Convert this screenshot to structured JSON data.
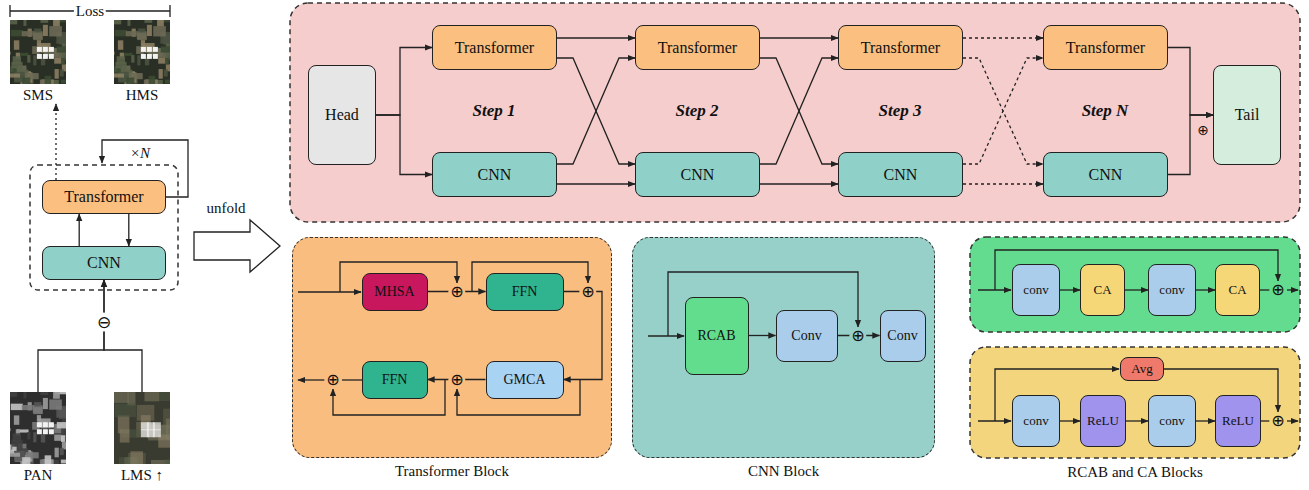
{
  "diagram": {
    "nodes": [
      {
        "text": [
          "SMS"
        ]
      },
      {
        "text": [
          "HMS"
        ]
      },
      {
        "text": [
          "Transformer"
        ]
      },
      {
        "text": [
          "CNN"
        ]
      },
      {
        "text": [
          "PAN"
        ]
      },
      {
        "text": [
          "LMS ↑"
        ]
      },
      {
        "text": [
          "Head"
        ]
      },
      {
        "text": [
          "Transformer"
        ]
      },
      {
        "text": [
          "Transformer"
        ]
      },
      {
        "text": [
          "Transformer"
        ]
      },
      {
        "text": [
          "Transformer"
        ]
      },
      {
        "text": [
          "Tail"
        ]
      },
      {
        "text": [
          "CNN"
        ]
      },
      {
        "text": [
          "CNN"
        ]
      },
      {
        "text": [
          "CNN"
        ]
      },
      {
        "text": [
          "CNN"
        ]
      },
      {
        "text": [
          "Transformer Block"
        ]
      },
      {
        "text": [
          "MHSA"
        ],
        "in": 16
      },
      {
        "text": [
          "FFN"
        ],
        "in": 16
      },
      {
        "text": [
          "GMCA"
        ],
        "in": 16
      },
      {
        "text": [
          "FFN"
        ],
        "in": 16
      },
      {
        "text": [
          "CNN Block"
        ]
      },
      {
        "text": [
          "RCAB"
        ],
        "in": 21
      },
      {
        "text": [
          "Conv"
        ],
        "in": 21
      },
      {
        "text": [
          "Conv"
        ],
        "in": 21
      },
      {
        "text": [
          "RCAB and CA Blocks"
        ]
      },
      {
        "text": [
          "conv"
        ],
        "in": 25
      },
      {
        "text": [
          "CA"
        ],
        "in": 25
      },
      {
        "text": [
          "conv"
        ],
        "in": 25
      },
      {
        "text": [
          "CA"
        ],
        "in": 25
      },
      {
        "text": [
          "Avg"
        ],
        "in": 25
      },
      {
        "text": [
          "conv"
        ],
        "in": 25
      },
      {
        "text": [
          "ReLU"
        ],
        "in": 25
      },
      {
        "text": [
          "conv"
        ],
        "in": 25
      },
      {
        "text": [
          "ReLU"
        ],
        "in": 25
      }
    ],
    "edges": [
      {
        "from": 2,
        "to": 0,
        "arrow": "to"
      },
      {
        "from": 3,
        "to": 2,
        "arrow": "to"
      },
      {
        "from": 2,
        "to": 3,
        "arrow": "to"
      },
      {
        "from": 4,
        "to": 3,
        "arrow": "to"
      },
      {
        "from": 5,
        "to": 3,
        "arrow": "to"
      },
      {
        "from": 6,
        "to": 7,
        "arrow": "to"
      },
      {
        "from": 6,
        "to": 12,
        "arrow": "to"
      },
      {
        "from": 7,
        "to": 8,
        "arrow": "to"
      },
      {
        "from": 7,
        "to": 13,
        "arrow": "to"
      },
      {
        "from": 12,
        "to": 13,
        "arrow": "to"
      },
      {
        "from": 12,
        "to": 8,
        "arrow": "to"
      },
      {
        "from": 8,
        "to": 9,
        "arrow": "to"
      },
      {
        "from": 8,
        "to": 14,
        "arrow": "to"
      },
      {
        "from": 13,
        "to": 14,
        "arrow": "to"
      },
      {
        "from": 13,
        "to": 9,
        "arrow": "to"
      },
      {
        "from": 9,
        "to": 10,
        "arrow": "to"
      },
      {
        "from": 9,
        "to": 15,
        "arrow": "to"
      },
      {
        "from": 14,
        "to": 15,
        "arrow": "to"
      },
      {
        "from": 14,
        "to": 10,
        "arrow": "to"
      },
      {
        "from": 10,
        "to": 11,
        "arrow": "to"
      },
      {
        "from": 15,
        "to": 11,
        "arrow": "to"
      },
      {
        "from": 17,
        "to": 18,
        "arrow": "to"
      },
      {
        "from": 18,
        "to": 19,
        "arrow": "to"
      },
      {
        "from": 19,
        "to": 20,
        "arrow": "to"
      },
      {
        "from": 22,
        "to": 23,
        "arrow": "to"
      },
      {
        "from": 23,
        "to": 24,
        "arrow": "to"
      },
      {
        "from": 26,
        "to": 27,
        "arrow": "to"
      },
      {
        "from": 27,
        "to": 28,
        "arrow": "to"
      },
      {
        "from": 28,
        "to": 29,
        "arrow": "to"
      },
      {
        "from": 31,
        "to": 32,
        "arrow": "to"
      },
      {
        "from": 32,
        "to": 33,
        "arrow": "to"
      },
      {
        "from": 33,
        "to": 34,
        "arrow": "to"
      }
    ],
    "labels": [
      "Loss",
      "×N",
      "⊖",
      "unfold",
      "Step 1",
      "Step 2",
      "Step 3",
      "Step N",
      "⊕",
      "⊕",
      "⊕",
      "⊕",
      "⊕",
      "⊕",
      "⊕",
      "⊕"
    ]
  }
}
